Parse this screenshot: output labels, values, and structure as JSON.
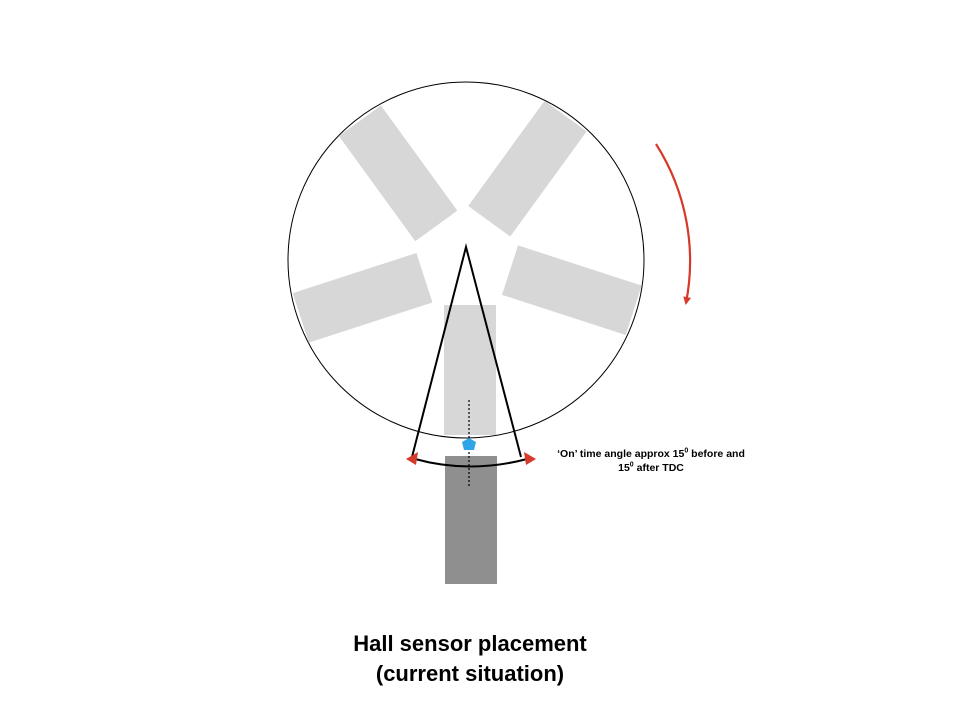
{
  "annotation": {
    "line1_pre": "‘On’ time angle approx 15",
    "line1_sup": "0",
    "line1_post": " before and",
    "line2_pre": "15",
    "line2_sup": "0",
    "line2_post": " after TDC"
  },
  "caption": {
    "line1": "Hall sensor placement",
    "line2": "(current situation)"
  },
  "colors": {
    "magnet": "#d7d7d7",
    "sensor_mount": "#8f8f8f",
    "rotation_arrow": "#d63a2a",
    "sensor": "#2fa4e7",
    "outline": "#000000"
  },
  "icons": {
    "rotation": "curved-arrow-clockwise",
    "sensor": "pentagon-hall-sensor"
  }
}
